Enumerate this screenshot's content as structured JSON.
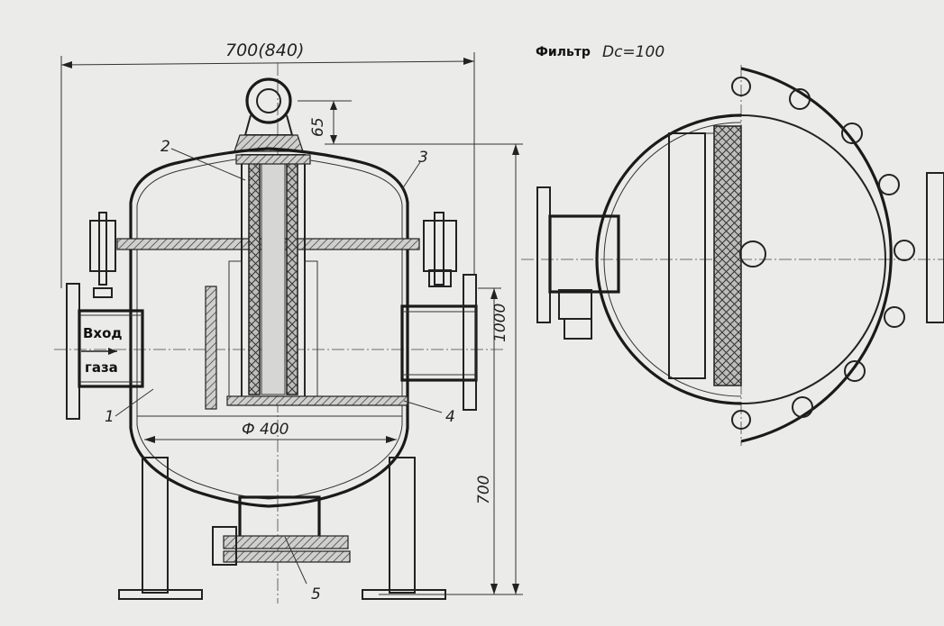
{
  "title": "Фильтр",
  "title_symbol": "Dс=100",
  "dims": {
    "overall_width": "700(840)",
    "top_offset": "65",
    "height_total": "1000",
    "height_lower": "700",
    "diameter": "Ф 400"
  },
  "inlet": {
    "line1": "Вход",
    "line2": "газа"
  },
  "callouts": [
    "1",
    "2",
    "3",
    "4",
    "5"
  ]
}
